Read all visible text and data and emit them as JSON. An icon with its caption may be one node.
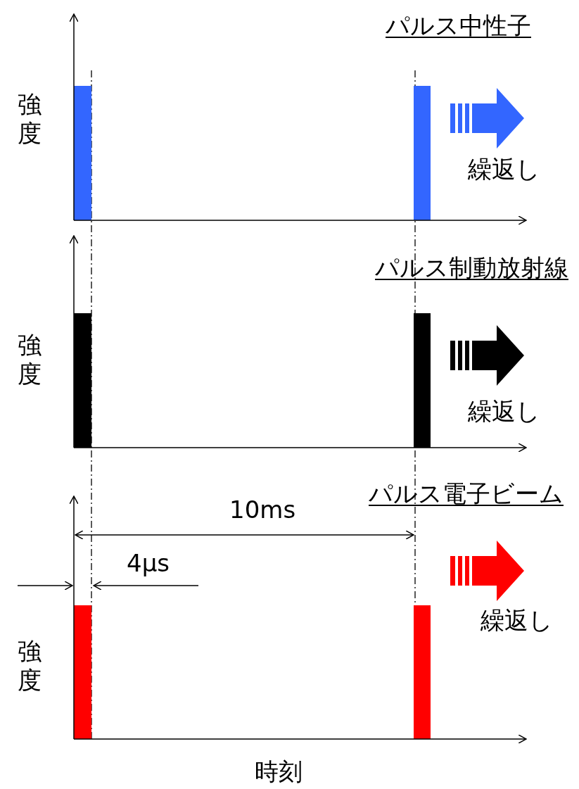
{
  "diagram": {
    "labels": [
      "パルス中性子",
      "強度",
      "繰返し",
      "パルス制動放射線",
      "強度",
      "繰返し",
      "パルス電子ビーム",
      "10ms",
      "4μs",
      "繰返し",
      "強度",
      "時刻"
    ]
  }
}
